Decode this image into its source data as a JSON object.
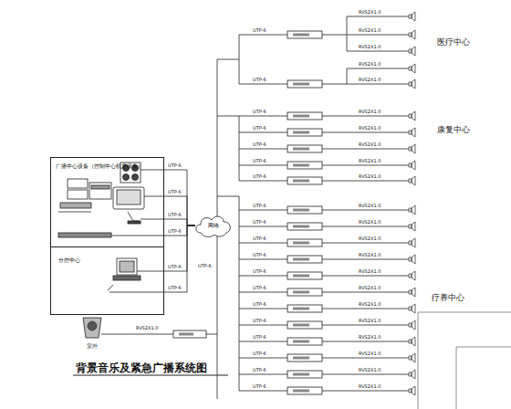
{
  "diagram": {
    "title": "背景音乐及紧急广播系统图",
    "nodes": [
      {
        "text": [
          "广播中心设备（控制中心机房设备）"
        ]
      },
      {
        "text": [
          "分控中心"
        ]
      },
      {
        "text": [
          "网络"
        ]
      },
      {
        "text": [
          "室外"
        ]
      }
    ],
    "edges": [
      {
        "from": 0,
        "to": 2,
        "arrow": "none",
        "label": "UTP-6"
      },
      {
        "from": 0,
        "to": 2,
        "arrow": "none",
        "label": "UTP-6"
      },
      {
        "from": 0,
        "to": 2,
        "arrow": "none",
        "label": "UTP-6"
      },
      {
        "from": 0,
        "to": 2,
        "arrow": "none",
        "label": "UTP-6"
      },
      {
        "from": 1,
        "to": 2,
        "arrow": "none",
        "label": "UTP-6"
      },
      {
        "from": 1,
        "to": 2,
        "arrow": "none",
        "label": "UTP-6"
      }
    ],
    "labels": [
      "医疗中心",
      "康复中心",
      "疗养中心",
      "UTP-6",
      "RVS2X1.0",
      "RVS2X1.0",
      "RVS2X1.0",
      "UTP-6",
      "RVS2X1.0",
      "RVS2X1.0",
      "UTP-6",
      "RVS2X1.0",
      "UTP-6",
      "RVS2X1.0",
      "UTP-6",
      "RVS2X1.0",
      "UTP-6",
      "RVS2X1.0",
      "UTP-6",
      "RVS2X1.0",
      "UTP-6",
      "RVS2X1.0",
      "UTP-6",
      "RVS2X1.0",
      "UTP-6",
      "RVS2X1.0",
      "UTP-6",
      "RVS2X1.0",
      "UTP-6",
      "RVS2X1.0",
      "UTP-6",
      "RVS2X1.0",
      "UTP-6",
      "RVS2X1.0",
      "UTP-6",
      "RVS2X1.0",
      "UTP-6",
      "RVS2X1.0",
      "UTP-6",
      "RVS2X1.0",
      "UTP-6",
      "RVS2X1.0",
      "UTP-6",
      "RVS2X1.0",
      "UTP-6",
      "RVS2X1.0"
    ]
  }
}
